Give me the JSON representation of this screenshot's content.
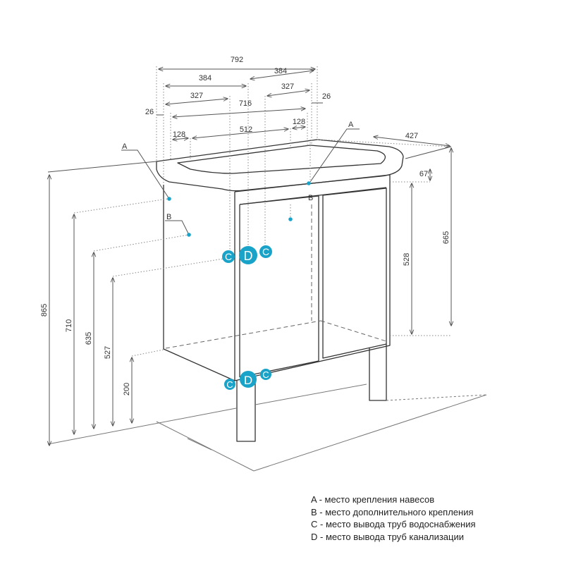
{
  "colors": {
    "line": "#333333",
    "dim_line": "#555555",
    "marker": "#1aa3c8"
  },
  "dimensions": {
    "width_total": "792",
    "left_half": "384",
    "right_half": "384",
    "left_offset": "327",
    "right_offset": "327",
    "inner_width": "716",
    "left_edge": "26",
    "right_edge": "26",
    "left_small": "128",
    "center": "512",
    "right_small": "128",
    "depth": "427",
    "top_thickness": "67",
    "height_total": "865",
    "height_710": "710",
    "height_635": "635",
    "height_527": "527",
    "height_200": "200",
    "body_665": "665",
    "body_528": "528"
  },
  "markers": {
    "a_left": "A",
    "a_right": "A",
    "b_left": "B",
    "b_right": "B",
    "c_top_left": "C",
    "d_top": "D",
    "c_top_right": "C",
    "c_bottom_left": "C",
    "d_bottom": "D",
    "c_bottom_right": "C"
  },
  "legend": [
    "A - место крепления навесов",
    "B - место дополнительного крепления",
    "C - место вывода труб водоснабжения",
    "D - место вывода труб канализации"
  ]
}
